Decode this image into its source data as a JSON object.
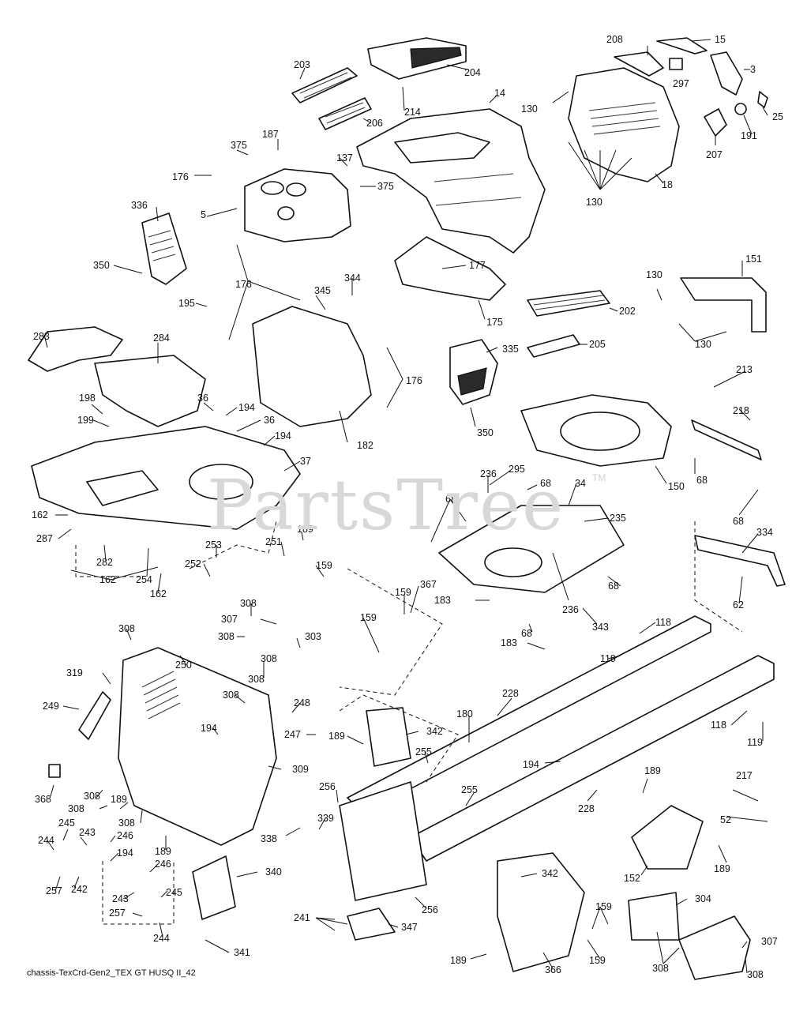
{
  "watermark": {
    "text": "PartsTree",
    "tm": "TM"
  },
  "footer": {
    "text": "chassis-TexCrd-Gen2_TEX GT HUSQ II_42"
  },
  "callouts": [
    {
      "id": "c-15",
      "text": "15"
    },
    {
      "id": "c-208",
      "text": "208"
    },
    {
      "id": "c-3",
      "text": "3"
    },
    {
      "id": "c-297",
      "text": "297"
    },
    {
      "id": "c-25",
      "text": "25"
    },
    {
      "id": "c-191",
      "text": "191"
    },
    {
      "id": "c-207",
      "text": "207"
    },
    {
      "id": "c-204",
      "text": "204"
    },
    {
      "id": "c-203",
      "text": "203"
    },
    {
      "id": "c-214",
      "text": "214"
    },
    {
      "id": "c-14",
      "text": "14"
    },
    {
      "id": "c-206",
      "text": "206"
    },
    {
      "id": "c-130a",
      "text": "130"
    },
    {
      "id": "c-130b",
      "text": "130"
    },
    {
      "id": "c-18",
      "text": "18"
    },
    {
      "id": "c-187",
      "text": "187"
    },
    {
      "id": "c-375a",
      "text": "375"
    },
    {
      "id": "c-137",
      "text": "137"
    },
    {
      "id": "c-176a",
      "text": "176"
    },
    {
      "id": "c-5",
      "text": "5"
    },
    {
      "id": "c-375b",
      "text": "375"
    },
    {
      "id": "c-336",
      "text": "336"
    },
    {
      "id": "c-350a",
      "text": "350"
    },
    {
      "id": "c-176b",
      "text": "176"
    },
    {
      "id": "c-177",
      "text": "177"
    },
    {
      "id": "c-151",
      "text": "151"
    },
    {
      "id": "c-130c",
      "text": "130"
    },
    {
      "id": "c-344",
      "text": "344"
    },
    {
      "id": "c-345",
      "text": "345"
    },
    {
      "id": "c-195",
      "text": "195"
    },
    {
      "id": "c-175",
      "text": "175"
    },
    {
      "id": "c-202",
      "text": "202"
    },
    {
      "id": "c-130d",
      "text": "130"
    },
    {
      "id": "c-283",
      "text": "283"
    },
    {
      "id": "c-284",
      "text": "284"
    },
    {
      "id": "c-335",
      "text": "335"
    },
    {
      "id": "c-205",
      "text": "205"
    },
    {
      "id": "c-176c",
      "text": "176"
    },
    {
      "id": "c-198",
      "text": "198"
    },
    {
      "id": "c-36a",
      "text": "36"
    },
    {
      "id": "c-194a",
      "text": "194"
    },
    {
      "id": "c-36b",
      "text": "36"
    },
    {
      "id": "c-213",
      "text": "213"
    },
    {
      "id": "c-199",
      "text": "199"
    },
    {
      "id": "c-350b",
      "text": "350"
    },
    {
      "id": "c-182",
      "text": "182"
    },
    {
      "id": "c-194b",
      "text": "194"
    },
    {
      "id": "c-218",
      "text": "218"
    },
    {
      "id": "c-37",
      "text": "37"
    },
    {
      "id": "c-236a",
      "text": "236"
    },
    {
      "id": "c-295",
      "text": "295"
    },
    {
      "id": "c-68a",
      "text": "68"
    },
    {
      "id": "c-34",
      "text": "34"
    },
    {
      "id": "c-150",
      "text": "150"
    },
    {
      "id": "c-68b",
      "text": "68"
    },
    {
      "id": "c-68c",
      "text": "68"
    },
    {
      "id": "c-235",
      "text": "235"
    },
    {
      "id": "c-162a",
      "text": "162"
    },
    {
      "id": "c-68d",
      "text": "68"
    },
    {
      "id": "c-287",
      "text": "287"
    },
    {
      "id": "c-189a",
      "text": "189"
    },
    {
      "id": "c-334",
      "text": "334"
    },
    {
      "id": "c-251",
      "text": "251"
    },
    {
      "id": "c-253",
      "text": "253"
    },
    {
      "id": "c-282",
      "text": "282"
    },
    {
      "id": "c-252",
      "text": "252"
    },
    {
      "id": "c-159a",
      "text": "159"
    },
    {
      "id": "c-162b",
      "text": "162"
    },
    {
      "id": "c-254",
      "text": "254"
    },
    {
      "id": "c-162c",
      "text": "162"
    },
    {
      "id": "c-68e",
      "text": "68"
    },
    {
      "id": "c-62",
      "text": "62"
    },
    {
      "id": "c-236b",
      "text": "236"
    },
    {
      "id": "c-308a",
      "text": "308"
    },
    {
      "id": "c-307a",
      "text": "307"
    },
    {
      "id": "c-159b",
      "text": "159"
    },
    {
      "id": "c-367",
      "text": "367"
    },
    {
      "id": "c-183a",
      "text": "183"
    },
    {
      "id": "c-343",
      "text": "343"
    },
    {
      "id": "c-118a",
      "text": "118"
    },
    {
      "id": "c-308b",
      "text": "308"
    },
    {
      "id": "c-308c",
      "text": "308"
    },
    {
      "id": "c-303",
      "text": "303"
    },
    {
      "id": "c-159c",
      "text": "159"
    },
    {
      "id": "c-68f",
      "text": "68"
    },
    {
      "id": "c-119a",
      "text": "119"
    },
    {
      "id": "c-250",
      "text": "250"
    },
    {
      "id": "c-308d",
      "text": "308"
    },
    {
      "id": "c-183b",
      "text": "183"
    },
    {
      "id": "c-319",
      "text": "319"
    },
    {
      "id": "c-308e",
      "text": "308"
    },
    {
      "id": "c-249",
      "text": "249"
    },
    {
      "id": "c-308f",
      "text": "308"
    },
    {
      "id": "c-228a",
      "text": "228"
    },
    {
      "id": "c-248",
      "text": "248"
    },
    {
      "id": "c-180",
      "text": "180"
    },
    {
      "id": "c-118b",
      "text": "118"
    },
    {
      "id": "c-194c",
      "text": "194"
    },
    {
      "id": "c-247",
      "text": "247"
    },
    {
      "id": "c-342a",
      "text": "342"
    },
    {
      "id": "c-119b",
      "text": "119"
    },
    {
      "id": "c-189b",
      "text": "189"
    },
    {
      "id": "c-255a",
      "text": "255"
    },
    {
      "id": "c-194d",
      "text": "194"
    },
    {
      "id": "c-309",
      "text": "309"
    },
    {
      "id": "c-217",
      "text": "217"
    },
    {
      "id": "c-368",
      "text": "368"
    },
    {
      "id": "c-189c",
      "text": "189"
    },
    {
      "id": "c-308g",
      "text": "308"
    },
    {
      "id": "c-256a",
      "text": "256"
    },
    {
      "id": "c-255b",
      "text": "255"
    },
    {
      "id": "c-228b",
      "text": "228"
    },
    {
      "id": "c-308h",
      "text": "308"
    },
    {
      "id": "c-189d",
      "text": "189"
    },
    {
      "id": "c-52",
      "text": "52"
    },
    {
      "id": "c-308i",
      "text": "308"
    },
    {
      "id": "c-339",
      "text": "339"
    },
    {
      "id": "c-245a",
      "text": "245"
    },
    {
      "id": "c-243a",
      "text": "243"
    },
    {
      "id": "c-246a",
      "text": "246"
    },
    {
      "id": "c-338",
      "text": "338"
    },
    {
      "id": "c-244a",
      "text": "244"
    },
    {
      "id": "c-189e",
      "text": "189"
    },
    {
      "id": "c-194e",
      "text": "194"
    },
    {
      "id": "c-152",
      "text": "152"
    },
    {
      "id": "c-189f",
      "text": "189"
    },
    {
      "id": "c-242",
      "text": "242"
    },
    {
      "id": "c-246b",
      "text": "246"
    },
    {
      "id": "c-257a",
      "text": "257"
    },
    {
      "id": "c-340",
      "text": "340"
    },
    {
      "id": "c-342b",
      "text": "342"
    },
    {
      "id": "c-243b",
      "text": "243"
    },
    {
      "id": "c-245b",
      "text": "245"
    },
    {
      "id": "c-256b",
      "text": "256"
    },
    {
      "id": "c-304",
      "text": "304"
    },
    {
      "id": "c-257b",
      "text": "257"
    },
    {
      "id": "c-159d",
      "text": "159"
    },
    {
      "id": "c-244b",
      "text": "244"
    },
    {
      "id": "c-241",
      "text": "241"
    },
    {
      "id": "c-347",
      "text": "347"
    },
    {
      "id": "c-307b",
      "text": "307"
    },
    {
      "id": "c-341",
      "text": "341"
    },
    {
      "id": "c-189g",
      "text": "189"
    },
    {
      "id": "c-159e",
      "text": "159"
    },
    {
      "id": "c-366",
      "text": "366"
    },
    {
      "id": "c-308j",
      "text": "308"
    },
    {
      "id": "c-308k",
      "text": "308"
    }
  ]
}
